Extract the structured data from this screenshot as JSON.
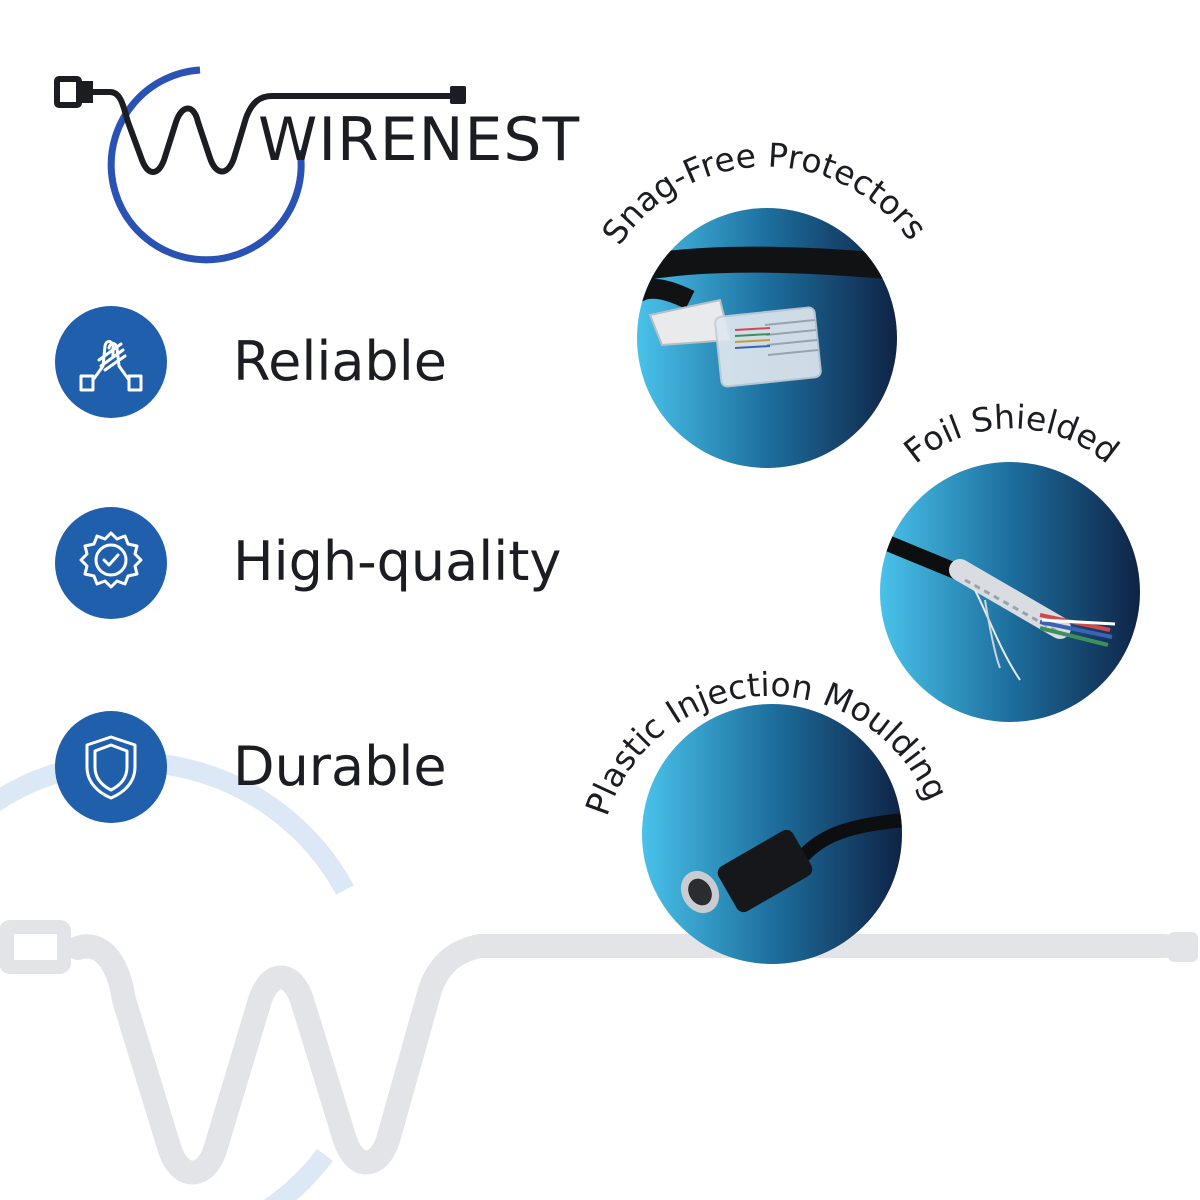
{
  "brand": {
    "logo_text": "WIRENEST"
  },
  "features": [
    {
      "label": "Reliable",
      "icon": "handshake-icon"
    },
    {
      "label": "High-quality",
      "icon": "quality-badge-icon"
    },
    {
      "label": "Durable",
      "icon": "shield-icon"
    }
  ],
  "callouts": [
    {
      "label": "Snag-Free Protectors",
      "image": "rj45-connector-photo"
    },
    {
      "label": "Foil Shielded",
      "image": "foil-shielded-wires-photo"
    },
    {
      "label": "Plastic Injection Moulding",
      "image": "mini-din-connector-photo"
    }
  ],
  "colors": {
    "brand_blue": "#1f5fac",
    "logo_ring": "#2a52b4",
    "circle_light": "#49c2ea",
    "circle_dark": "#0f2346",
    "watermark_gray": "#e2e4e7",
    "watermark_ring": "#dce8f5",
    "text_dark": "#1b1d22"
  }
}
